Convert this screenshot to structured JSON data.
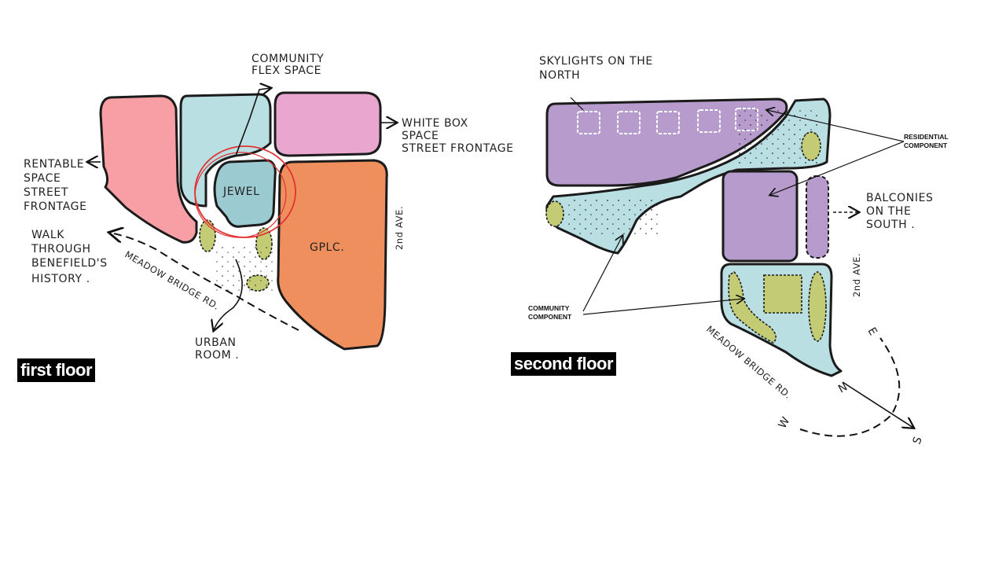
{
  "first_floor": {
    "label": "first floor",
    "notes": {
      "community_flex_1": "COMMUNITY",
      "community_flex_2": "FLEX SPACE",
      "white_box_1": "WHITE BOX",
      "white_box_2": "SPACE",
      "white_box_3": "STREET FRONTAGE",
      "rentable_1": "RENTABLE",
      "rentable_2": "SPACE",
      "rentable_3": "STREET",
      "rentable_4": "FRONTAGE",
      "jewel": "JEWEL",
      "gplc": "GPLC.",
      "ave": "2nd AVE.",
      "walk_1": "WALK",
      "walk_2": "THROUGH",
      "walk_3": "BENEFIELD'S",
      "walk_4": "HISTORY .",
      "meadow": "MEADOW BRIDGE RD.",
      "urban_1": "URBAN",
      "urban_2": "ROOM ."
    },
    "colors": {
      "rentable": "#f79fa4",
      "flex": "#b9dfe3",
      "whitebox": "#e9a6cf",
      "jewel": "#9ccad1",
      "gplc": "#ef8f5d",
      "green": "#c3cc74",
      "circle": "#e23232"
    }
  },
  "second_floor": {
    "label": "second floor",
    "notes": {
      "skylights_1": "SKYLIGHTS ON THE",
      "skylights_2": "NORTH",
      "residential_1": "RESIDENTIAL",
      "residential_2": "COMPONENT",
      "balconies_1": "BALCONIES",
      "balconies_2": "ON THE",
      "balconies_3": "SOUTH .",
      "community_1": "COMMUNITY",
      "community_2": "COMPONENT",
      "ave": "2nd AVE.",
      "meadow": "MEADOW BRIDGE RD.",
      "n_mark": "N",
      "s_mark": "S",
      "e_mark": "E",
      "w_mark": "W"
    },
    "colors": {
      "residential": "#b69bcc",
      "community": "#b9dfe3",
      "green": "#c3cc74"
    }
  }
}
